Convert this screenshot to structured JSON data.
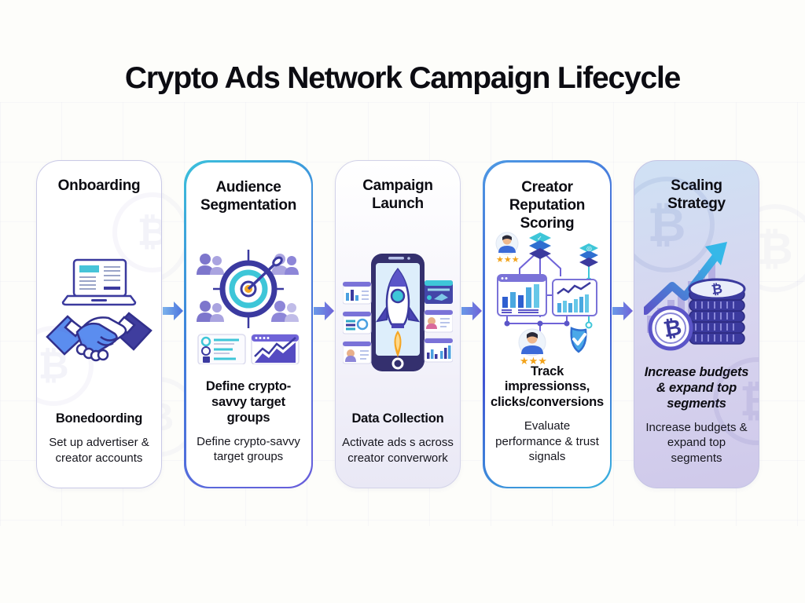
{
  "title": "Crypto Ads Network Campaign Lifecycle",
  "stages": [
    {
      "title": "Onboarding",
      "subtitle": "Bonedoording",
      "description": "Set up advertiser & creator accounts",
      "icon": "laptop-handshake-icon"
    },
    {
      "title": "Audience Segmentation",
      "subtitle": "Define crypto-savvy target groups",
      "description": "Define crypto-savvy target groups",
      "icon": "target-audience-icon"
    },
    {
      "title": "Campaign Launch",
      "subtitle": "Data Collection",
      "description": "Activate ads s across creator converwork",
      "icon": "phone-rocket-icon"
    },
    {
      "title": "Creator Reputation Scoring",
      "subtitle": "Track impressionss, clicks/conversions",
      "description": "Evaluate performance & trust signals",
      "icon": "reputation-network-icon"
    },
    {
      "title": "Scaling Strategy",
      "subtitle": "Increase budgets & expand top segments",
      "description": "Increase budgets & expand top segments",
      "icon": "growth-coins-icon"
    }
  ],
  "watermark_symbol": "₿",
  "colors": {
    "indigo": "#3b3a9e",
    "teal": "#3ec6d8",
    "blue": "#4a7de0",
    "purple": "#6f63d8",
    "orange": "#f5a623",
    "star_gold": "#f2a31b",
    "arrow_gradient_start": "#6aa4e8",
    "arrow_gradient_end": "#6f63d8"
  }
}
